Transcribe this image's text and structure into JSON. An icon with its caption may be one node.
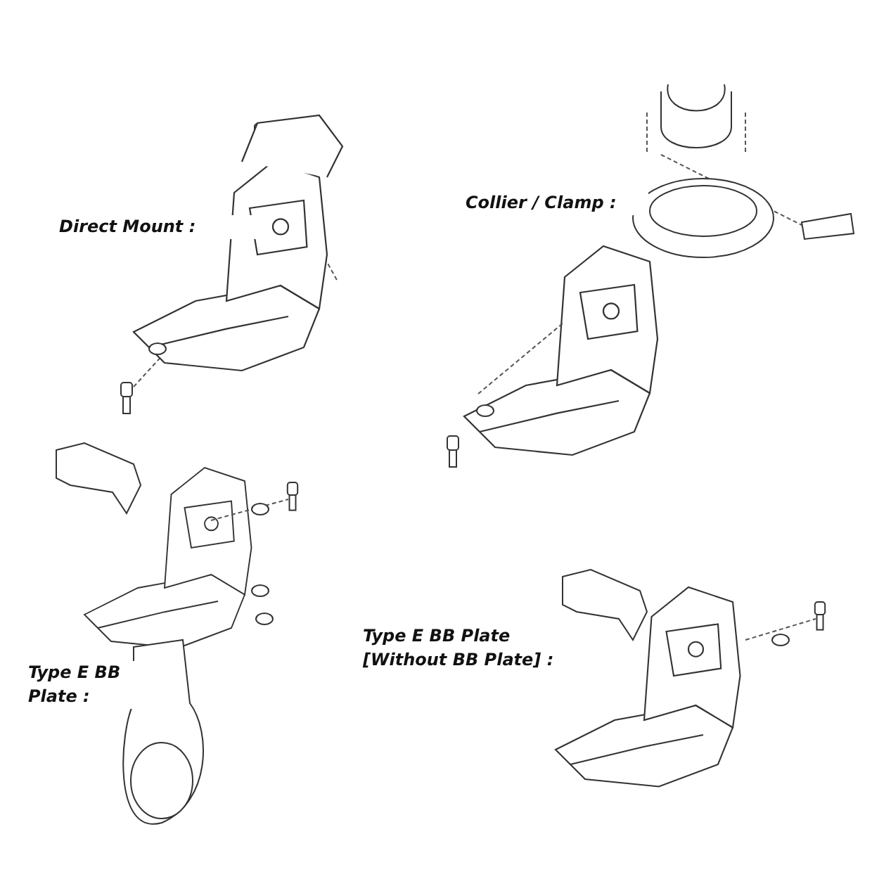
{
  "diagram": {
    "labels": [
      "Direct Mount :",
      "Collier / Clamp :",
      "Type E BB Plate :",
      "Type E BB Plate [Without BB Plate] :"
    ]
  }
}
